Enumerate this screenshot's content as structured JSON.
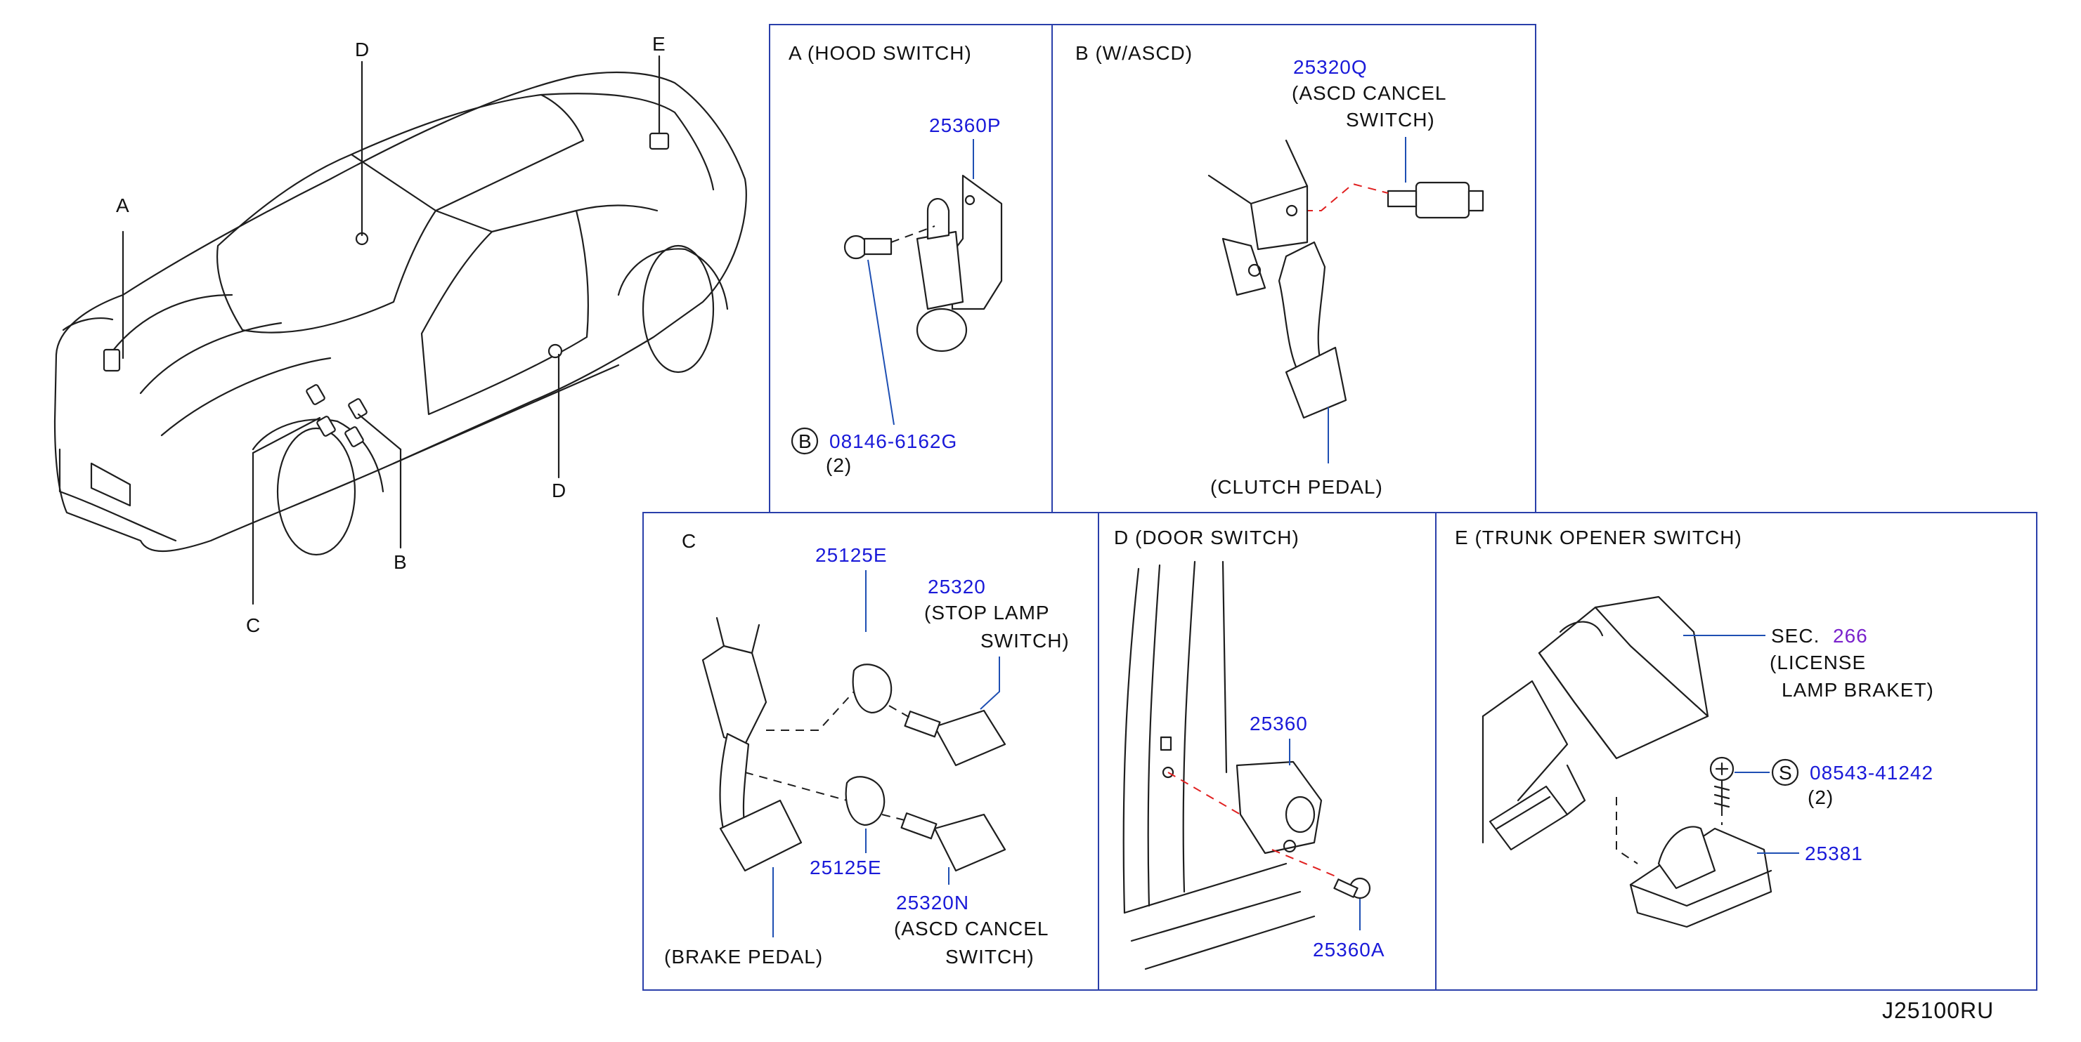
{
  "diagram_id": "J25100RU",
  "overview": {
    "callouts": [
      "A",
      "B",
      "C",
      "D",
      "D",
      "E"
    ]
  },
  "panels": {
    "A": {
      "title": "A  (HOOD   SWITCH)",
      "part": "25360P",
      "bolt_symbol": "B",
      "bolt_part": "08146-6162G",
      "bolt_qty": "(2)"
    },
    "B": {
      "title": "B  (W/ASCD)",
      "part": "25320Q",
      "part_desc_1": "(ASCD   CANCEL",
      "part_desc_2": "SWITCH)",
      "pedal": "(CLUTCH   PEDAL)"
    },
    "C": {
      "title": "C",
      "part_top": "25125E",
      "stop_part": "25320",
      "stop_desc_1": "(STOP   LAMP",
      "stop_desc_2": "SWITCH)",
      "part_bottom": "25125E",
      "ascd_part": "25320N",
      "ascd_desc_1": "(ASCD   CANCEL",
      "ascd_desc_2": "SWITCH)",
      "pedal": "(BRAKE   PEDAL)"
    },
    "D": {
      "title": "D  (DOOR   SWITCH)",
      "part": "25360",
      "bolt_part": "25360A"
    },
    "E": {
      "title": "E  (TRUNK   OPENER   SWITCH)",
      "sec_label": "SEC.",
      "sec_num": "266",
      "sec_desc_1": "(LICENSE",
      "sec_desc_2": "LAMP   BRAKET)",
      "screw_symbol": "S",
      "screw_part": "08543-41242",
      "screw_qty": "(2)",
      "part": "25381"
    }
  },
  "colors": {
    "part_number": "#1a1ad9",
    "section_ref": "#7a22cc",
    "leader": "#1e4fb3",
    "frame": "#2a3faa",
    "alignment_dash": "#e02020",
    "ink": "#1e1e1e"
  }
}
